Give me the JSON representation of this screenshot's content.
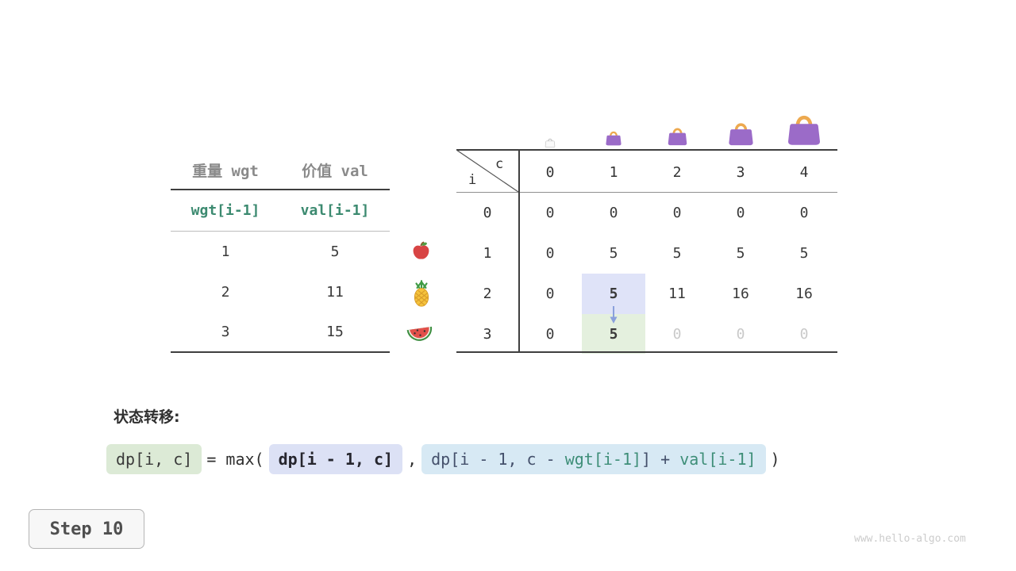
{
  "left_table": {
    "col1_header": "重量 wgt",
    "col2_header": "价值 val",
    "col1_sub": "wgt[i-1]",
    "col2_sub": "val[i-1]",
    "rows": [
      {
        "wgt": "1",
        "val": "5",
        "icon": "apple"
      },
      {
        "wgt": "2",
        "val": "11",
        "icon": "pineapple"
      },
      {
        "wgt": "3",
        "val": "15",
        "icon": "watermelon"
      }
    ]
  },
  "dp_table": {
    "corner_top": "c",
    "corner_bottom": "i",
    "col_headers": [
      "0",
      "1",
      "2",
      "3",
      "4"
    ],
    "row_headers": [
      "0",
      "1",
      "2",
      "3"
    ],
    "rows": [
      [
        "0",
        "0",
        "0",
        "0",
        "0"
      ],
      [
        "0",
        "5",
        "5",
        "5",
        "5"
      ],
      [
        "0",
        "5",
        "11",
        "16",
        "16"
      ],
      [
        "0",
        "5",
        "0",
        "0",
        "0"
      ]
    ],
    "bag_icons": [
      "bag-xs",
      "bag-s",
      "bag-m",
      "bag-l",
      "bag-xl"
    ],
    "highlight": {
      "blue_cell": {
        "row": 2,
        "col": 1
      },
      "green_cell": {
        "row": 3,
        "col": 1
      }
    }
  },
  "formula": {
    "section_label": "状态转移:",
    "lhs": "dp[i, c]",
    "operator": "= max(",
    "term1": "dp[i - 1, c]",
    "separator": ",",
    "term2_prefix": "dp[i - 1, c - ",
    "term2_wgt": "wgt[i-1]",
    "term2_mid": "] + ",
    "term2_val": "val[i-1]",
    "closing": ")"
  },
  "step_label": "Step 10",
  "watermark": "www.hello-algo.com",
  "colors": {
    "teal": "#3C8A70",
    "highlight_blue": "#DFE3F8",
    "highlight_green": "#E4F0DE",
    "dim_gray": "#C9C9C9",
    "bag_purple": "#9B6BC8",
    "bag_handle": "#EDA94F",
    "arrow_blue": "#8AA0DC"
  }
}
